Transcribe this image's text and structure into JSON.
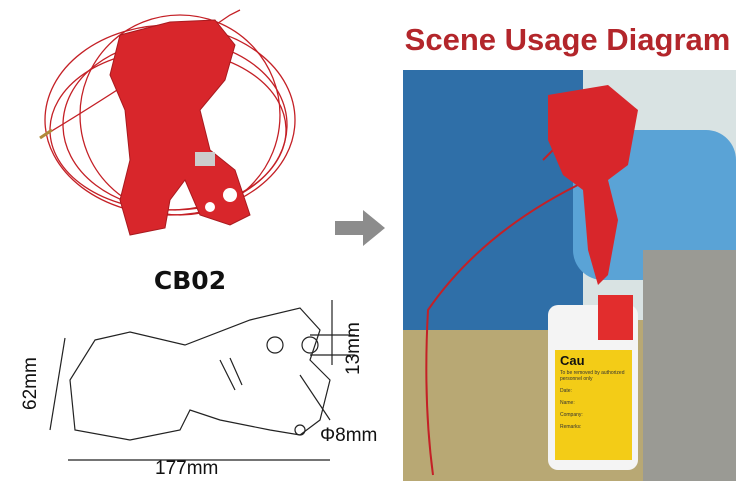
{
  "title": "Scene Usage Diagram",
  "product": {
    "model": "CB02",
    "color": "#d8262b"
  },
  "diagram": {
    "height": "62mm",
    "gap": "13mm",
    "diameter": "Φ8mm",
    "length": "177mm"
  },
  "photo": {
    "tag": {
      "heading": "Cau",
      "subtitle": "To be removed by authorized personnel only",
      "fields": [
        "Date:",
        "Name:",
        "Company:",
        "Remarks:"
      ]
    }
  },
  "icons": {
    "arrow": "arrow-right-icon"
  }
}
